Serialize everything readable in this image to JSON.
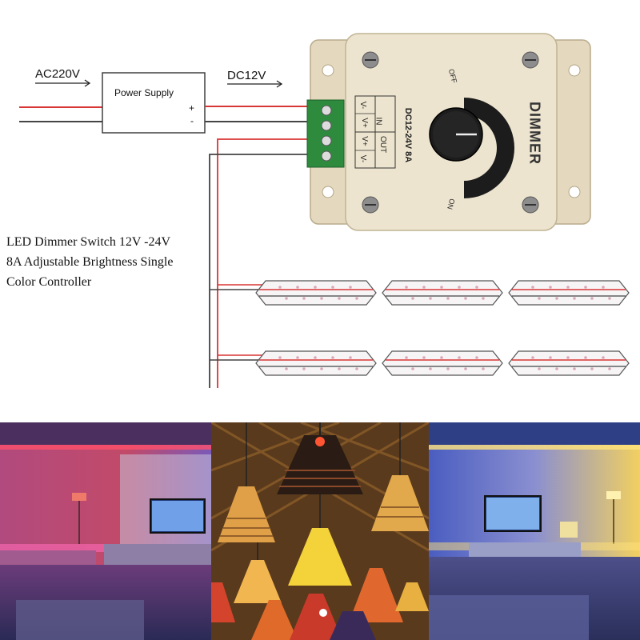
{
  "wiring": {
    "input_label": "AC220V",
    "output_label": "DC12V",
    "power_supply": {
      "label": "Power Supply",
      "plus": "+",
      "minus": "-"
    }
  },
  "dimmer": {
    "brand_label": "DIMMER",
    "rating_label": "DC12-24V 8A",
    "terminal_in_label": "IN",
    "terminal_out_label": "OUT",
    "terminals": [
      "V-",
      "V+",
      "V+",
      "V-"
    ],
    "dial_off": "OFF",
    "dial_on": "ON"
  },
  "description": {
    "line1": "LED Dimmer Switch 12V -24V",
    "line2": "8A Adjustable Brightness Single",
    "line3": "Color Controller"
  },
  "led_strip": {
    "rows": 2,
    "segments_per_row": 3
  },
  "colors": {
    "wire_red": "#d93636",
    "wire_black": "#444444",
    "housing": "#ede4cf",
    "knob": "#1c1c1c",
    "terminal_green": "#2e8b3e"
  },
  "photos": [
    {
      "name": "living-room-red-blue",
      "scene": "room-red"
    },
    {
      "name": "pendant-lamps-warm",
      "scene": "lamps"
    },
    {
      "name": "living-room-blue-yellow",
      "scene": "room-yellow"
    }
  ]
}
